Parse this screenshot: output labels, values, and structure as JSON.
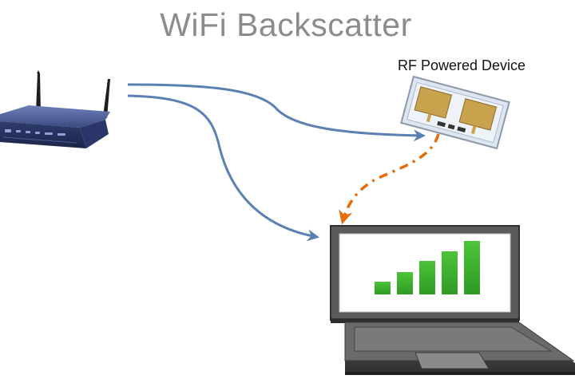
{
  "title": "WiFi Backscatter",
  "rf_device": {
    "label": "RF Powered Device"
  },
  "colors": {
    "title": "#8c8c8c",
    "wifi_signal_arrow": "#5b80b2",
    "backscatter_arrow": "#e46c0a",
    "router_body": "#3f4e86",
    "antenna_patch": "#c9a24e",
    "device_board": "#dde7f4",
    "laptop_body": "#3c3c3c",
    "signal_bars": "#3cab2c"
  },
  "icons": {
    "router": "wifi-router-icon",
    "rf_device": "rf-powered-device-icon",
    "laptop": "laptop-icon"
  },
  "laptop_screen": {
    "signal_strength_bars": 5
  }
}
